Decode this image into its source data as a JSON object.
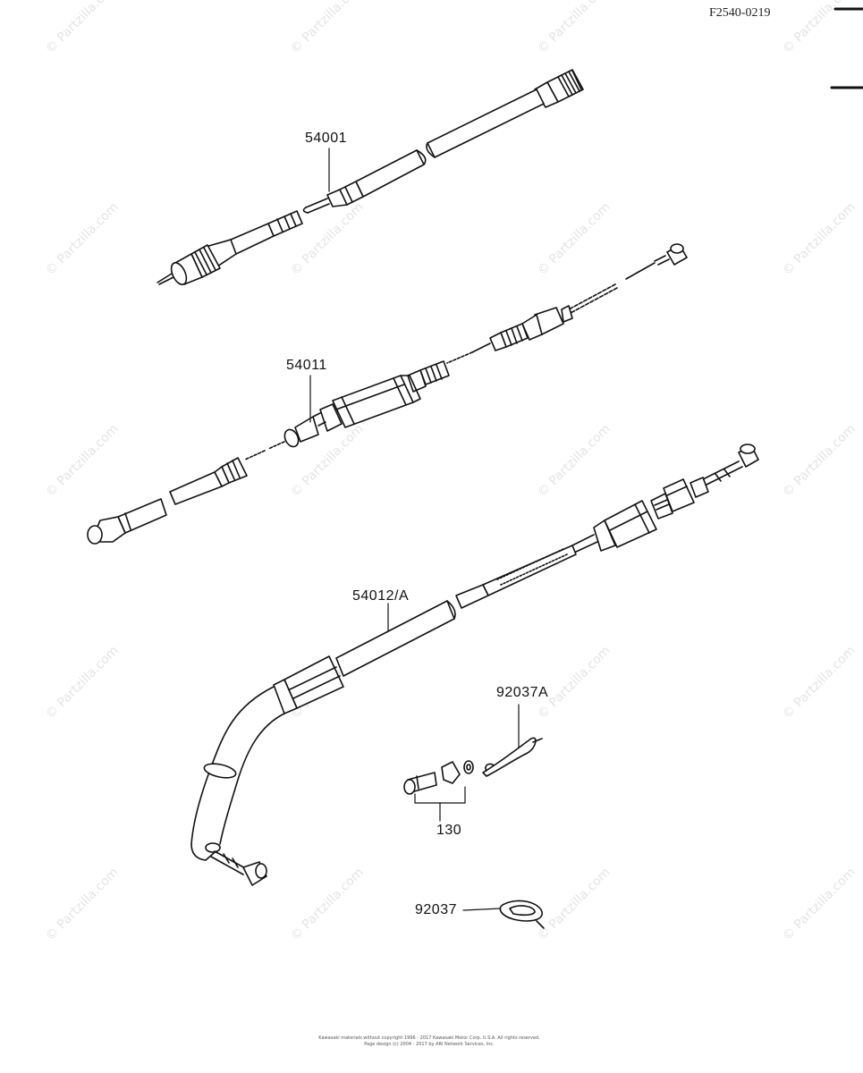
{
  "figure_code": "F2540-0219",
  "watermark": "© Partzilla.com",
  "parts": {
    "speedometer_cable": "54001",
    "tachometer_cable": "54011",
    "throttle_cable": "54012/A",
    "clamp_a": "92037A",
    "bolt": "130",
    "clamp": "92037"
  },
  "footer": {
    "line1": "Kawasaki materials without copyright 1996 - 2017  Kawasaki Motor Corp. U.S.A. All rights reserved.",
    "line2": "Page design (c) 2004 - 2017 by ARI Network Services, Inc."
  }
}
